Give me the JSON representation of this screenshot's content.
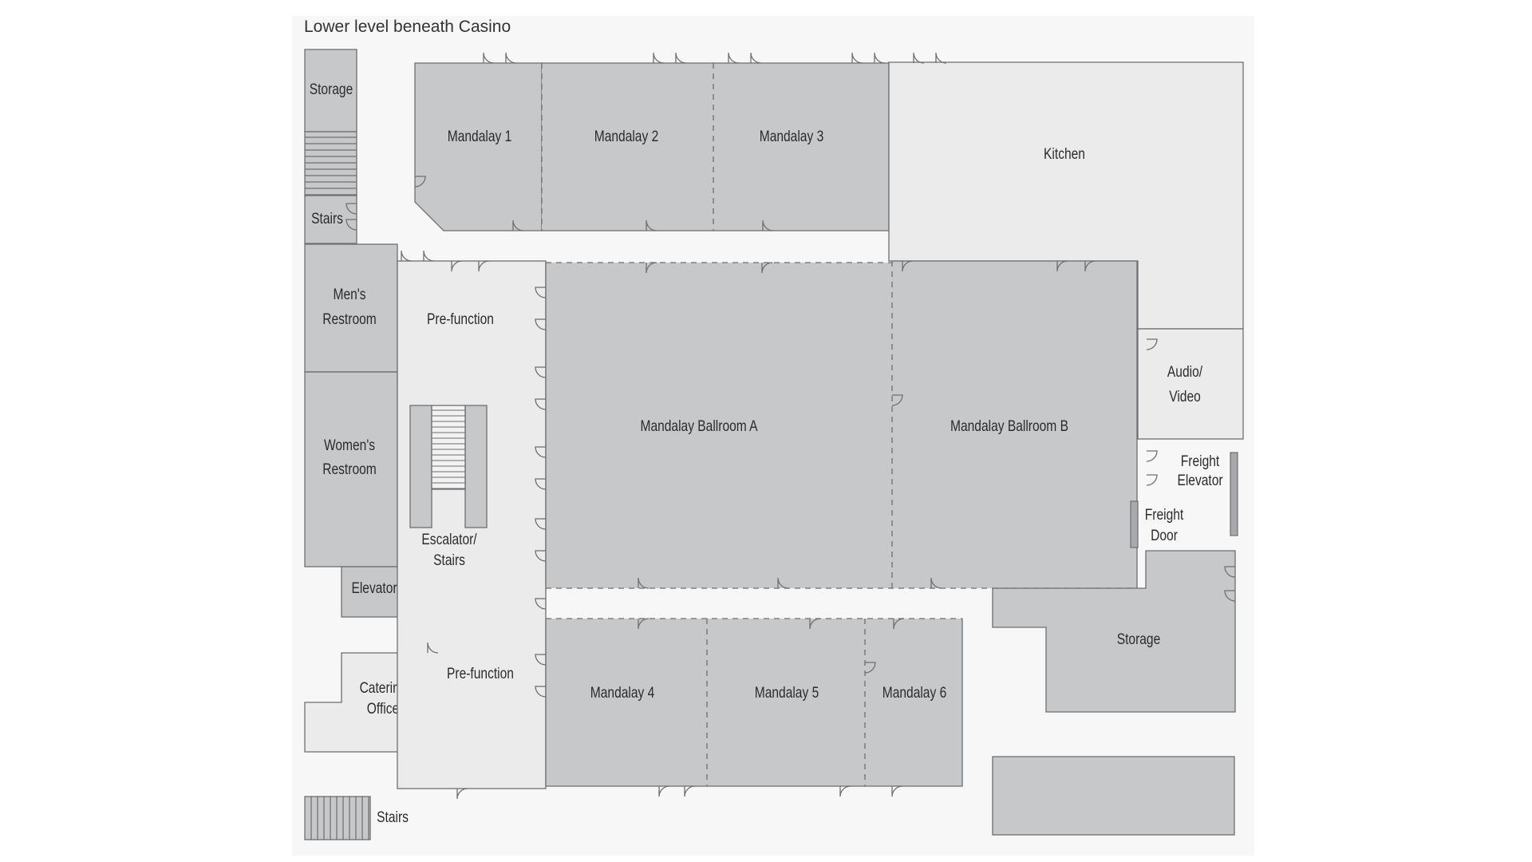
{
  "title": "Lower level beneath Casino",
  "colors": {
    "background": "#ffffff",
    "plan_background": "#f7f7f7",
    "meeting_room": "#c7c8ca",
    "service_room": "#ebebec",
    "outline": "#6d6e71",
    "door": "#6d6e71"
  },
  "rooms": {
    "storage_top": "Storage",
    "stairs_top": "Stairs",
    "mens_restroom_1": "Men's",
    "mens_restroom_2": "Restroom",
    "womens_restroom_1": "Women's",
    "womens_restroom_2": "Restroom",
    "elevator": "Elevator",
    "catering_office_1": "Catering",
    "catering_office_2": "Office",
    "stairs_bottom": "Stairs",
    "prefunction_top": "Pre-function",
    "prefunction_bottom": "Pre-function",
    "escalator_1": "Escalator/",
    "escalator_2": "Stairs",
    "mandalay_1": "Mandalay 1",
    "mandalay_2": "Mandalay 2",
    "mandalay_3": "Mandalay 3",
    "kitchen": "Kitchen",
    "ballroom_a": "Mandalay Ballroom A",
    "ballroom_b": "Mandalay Ballroom B",
    "audio_video_1": "Audio/",
    "audio_video_2": "Video",
    "freight_elevator_1": "Freight",
    "freight_elevator_2": "Elevator",
    "freight_door_1": "Freight",
    "freight_door_2": "Door",
    "storage_right": "Storage",
    "mandalay_4": "Mandalay 4",
    "mandalay_5": "Mandalay 5",
    "mandalay_6": "Mandalay 6"
  }
}
